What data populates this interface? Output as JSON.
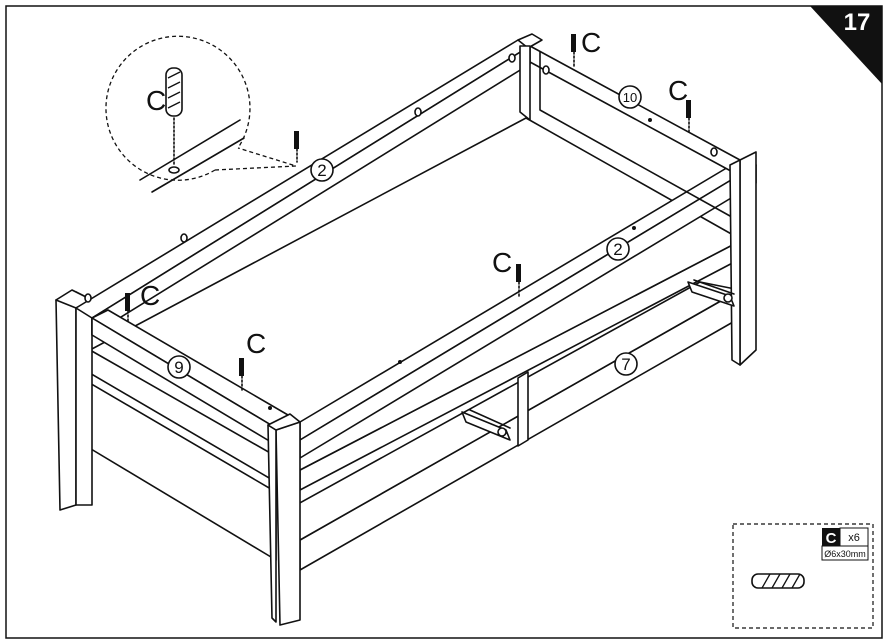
{
  "step": {
    "number": "17"
  },
  "parts": {
    "top_left": "2",
    "top_right": "2",
    "back_right": "10",
    "front_left": "9",
    "shelf": "7"
  },
  "dowel_labels": {
    "callout": "C",
    "back_left": "C",
    "back_right": "C",
    "front_left": "C",
    "front_mid": "C",
    "front_right": "C"
  },
  "legend": {
    "letter": "C",
    "quantity": "x6",
    "size": "Ø6x30mm"
  },
  "icons": {
    "dowel": "wooden-dowel-icon",
    "drawer_slide": "drawer-slide-icon"
  },
  "colors": {
    "line": "#111111",
    "paper": "#ffffff",
    "badge": "#111111"
  }
}
